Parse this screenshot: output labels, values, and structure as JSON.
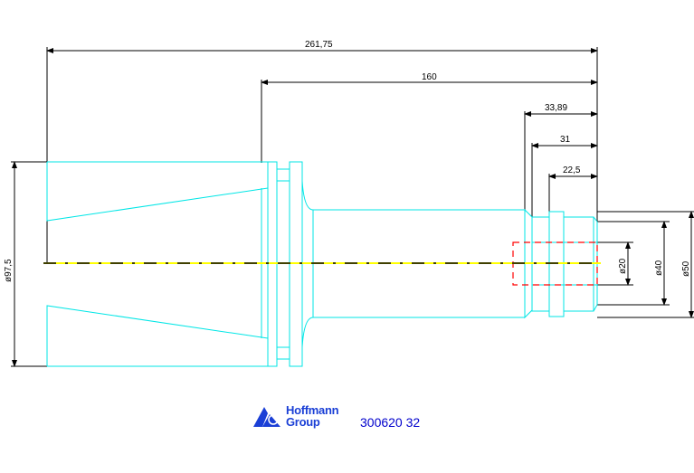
{
  "dimensions": {
    "total_length": "261,75",
    "shank_length": "160",
    "d1": "33,89",
    "d2": "31",
    "d3": "22,5",
    "dia_flange": "ø97,5",
    "dia_20": "ø20",
    "dia_40": "ø40",
    "dia_50": "ø50"
  },
  "logo": {
    "line1": "Hoffmann",
    "line2": "Group"
  },
  "part_number": "300620 32",
  "colors": {
    "outline": "#00e6e6",
    "centerline_dash": "#ffff00",
    "bore": "#ff0000",
    "dimension": "#000000",
    "text_blue": "#0000cc"
  }
}
